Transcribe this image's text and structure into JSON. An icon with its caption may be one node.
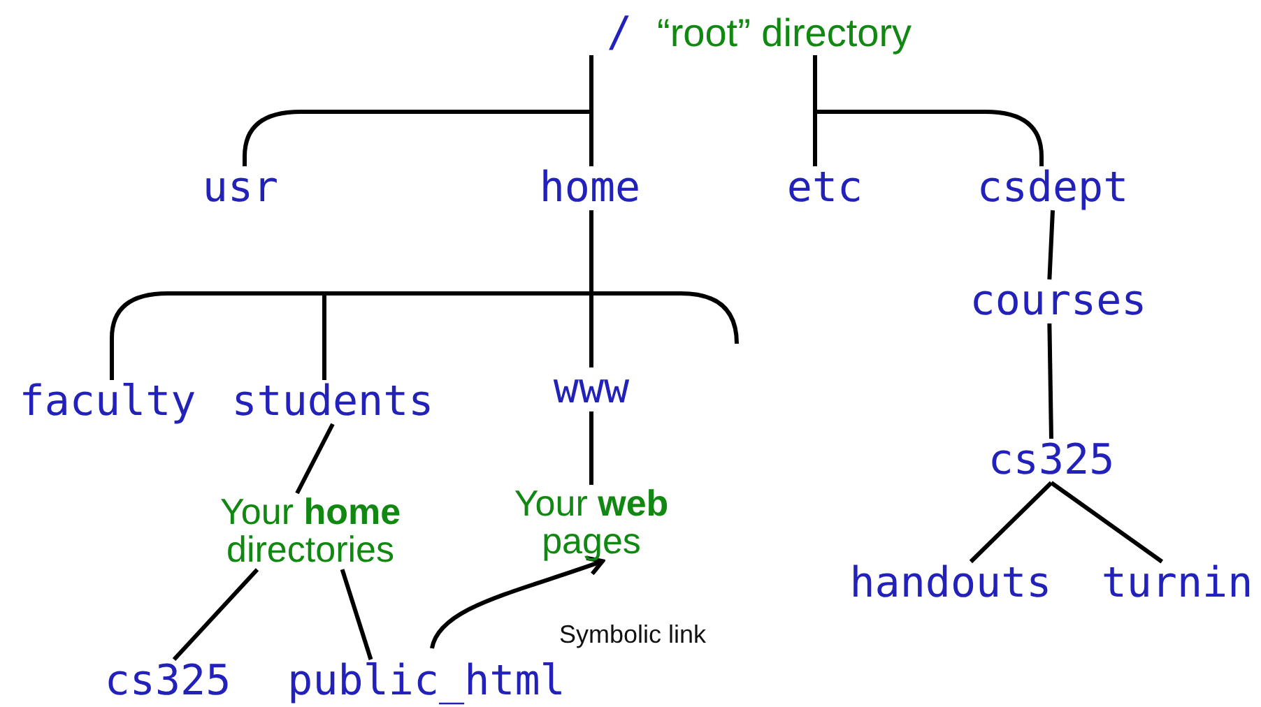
{
  "diagram": {
    "nodes": [
      {
        "text": [
          "/",
          "“root” directory"
        ]
      },
      {
        "text": [
          "usr"
        ]
      },
      {
        "text": [
          "home"
        ]
      },
      {
        "text": [
          "etc"
        ]
      },
      {
        "text": [
          "csdept"
        ]
      },
      {
        "text": [
          "faculty"
        ]
      },
      {
        "text": [
          "students"
        ]
      },
      {
        "text": [
          "www"
        ]
      },
      {
        "text": [
          "courses"
        ]
      },
      {
        "text": [
          "Your **home** directories"
        ]
      },
      {
        "text": [
          "Your **web** pages"
        ]
      },
      {
        "text": [
          "cs325"
        ]
      },
      {
        "text": [
          "cs325"
        ]
      },
      {
        "text": [
          "public_html"
        ]
      },
      {
        "text": [
          "handouts"
        ]
      },
      {
        "text": [
          "turnin"
        ]
      }
    ],
    "edges": [
      {
        "from": 0,
        "to": 1,
        "arrow": "none"
      },
      {
        "from": 0,
        "to": 2,
        "arrow": "none"
      },
      {
        "from": 0,
        "to": 3,
        "arrow": "none"
      },
      {
        "from": 0,
        "to": 4,
        "arrow": "none"
      },
      {
        "from": 2,
        "to": 5,
        "arrow": "none"
      },
      {
        "from": 2,
        "to": 6,
        "arrow": "none"
      },
      {
        "from": 2,
        "to": 7,
        "arrow": "none"
      },
      {
        "from": 6,
        "to": 9,
        "arrow": "none"
      },
      {
        "from": 7,
        "to": 10,
        "arrow": "none"
      },
      {
        "from": 9,
        "to": 12,
        "arrow": "none"
      },
      {
        "from": 9,
        "to": 13,
        "arrow": "none"
      },
      {
        "from": 4,
        "to": 8,
        "arrow": "none"
      },
      {
        "from": 8,
        "to": 11,
        "arrow": "none"
      },
      {
        "from": 11,
        "to": 14,
        "arrow": "none"
      },
      {
        "from": 11,
        "to": 15,
        "arrow": "none"
      },
      {
        "from": 13,
        "to": 10,
        "arrow": "to",
        "label": "Symbolic link"
      }
    ]
  }
}
